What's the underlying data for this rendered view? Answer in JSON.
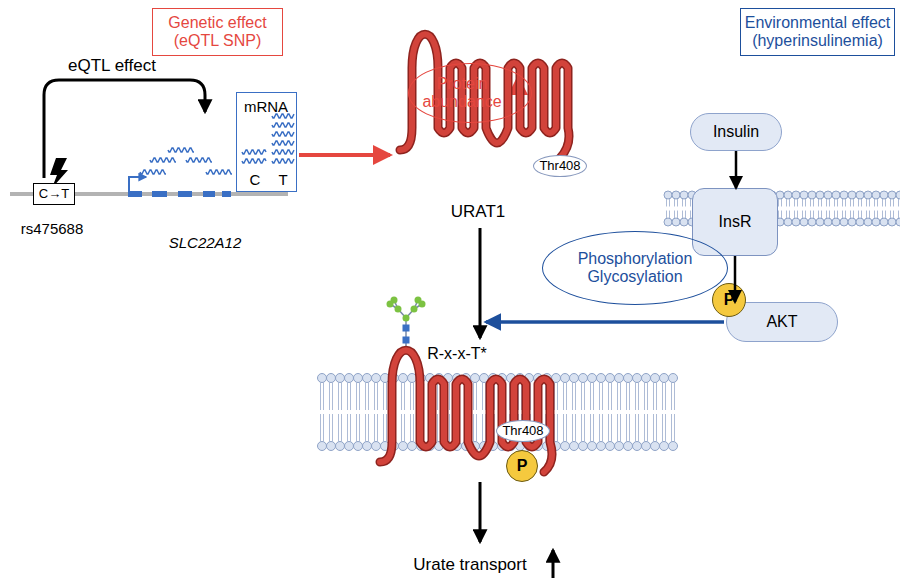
{
  "diagram": {
    "nodes": [
      {
        "text": [
          "Genetic effect (eQTL SNP)"
        ]
      },
      {
        "text": [
          "Environmental effect (hyperinsulinemia)"
        ]
      },
      {
        "text": [
          "C→T"
        ]
      },
      {
        "text": [
          "mRNA",
          "C",
          "T"
        ]
      },
      {
        "text": [
          "Protein abundance"
        ]
      },
      {
        "text": [
          "Thr408"
        ]
      },
      {
        "text": [
          "Insulin"
        ]
      },
      {
        "text": [
          "InsR"
        ]
      },
      {
        "text": [
          "AKT"
        ]
      },
      {
        "text": [
          "P"
        ],
        "in": 8
      },
      {
        "text": [
          "Phosphorylation Glycosylation"
        ]
      },
      {
        "text": [
          "Thr408"
        ]
      },
      {
        "text": [
          "P"
        ]
      }
    ],
    "edges": [
      {
        "from": 6,
        "to": 7,
        "arrow": "to"
      },
      {
        "from": 7,
        "to": 8,
        "arrow": "to"
      }
    ],
    "labels": [
      "eQTL effect",
      "rs475688",
      "SLC22A12",
      "URAT1",
      "R-x-x-T*",
      "Urate transport"
    ]
  }
}
